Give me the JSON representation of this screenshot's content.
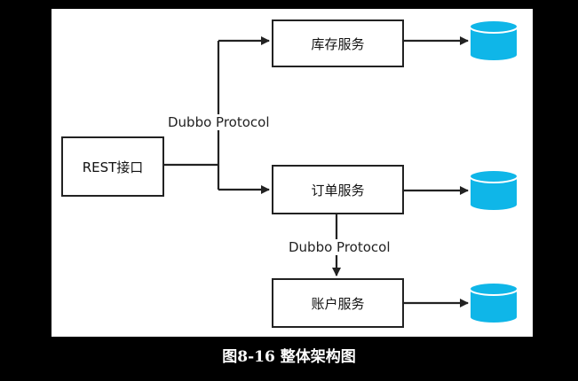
{
  "diagram": {
    "nodes": {
      "rest": "REST接口",
      "inventory": "库存服务",
      "order": "订单服务",
      "account": "账户服务"
    },
    "edge_labels": {
      "rest_protocol": "Dubbo Protocol",
      "order_protocol": "Dubbo Protocol"
    },
    "database_icon_color": "#0fb6e8"
  },
  "caption": "图8-16 整体架构图"
}
